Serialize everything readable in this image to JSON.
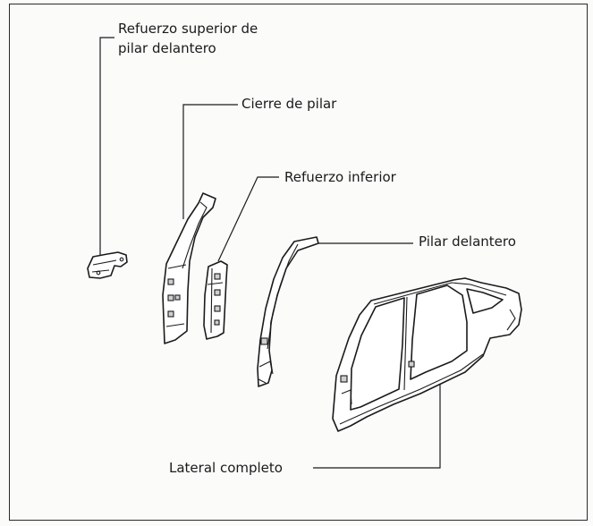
{
  "labels": {
    "refuerzo_superior_line1": "Refuerzo superior de",
    "refuerzo_superior_line2": "pilar delantero",
    "cierre_de_pilar": "Cierre de pilar",
    "refuerzo_inferior": "Refuerzo inferior",
    "pilar_delantero": "Pilar delantero",
    "lateral_completo": "Lateral completo"
  }
}
